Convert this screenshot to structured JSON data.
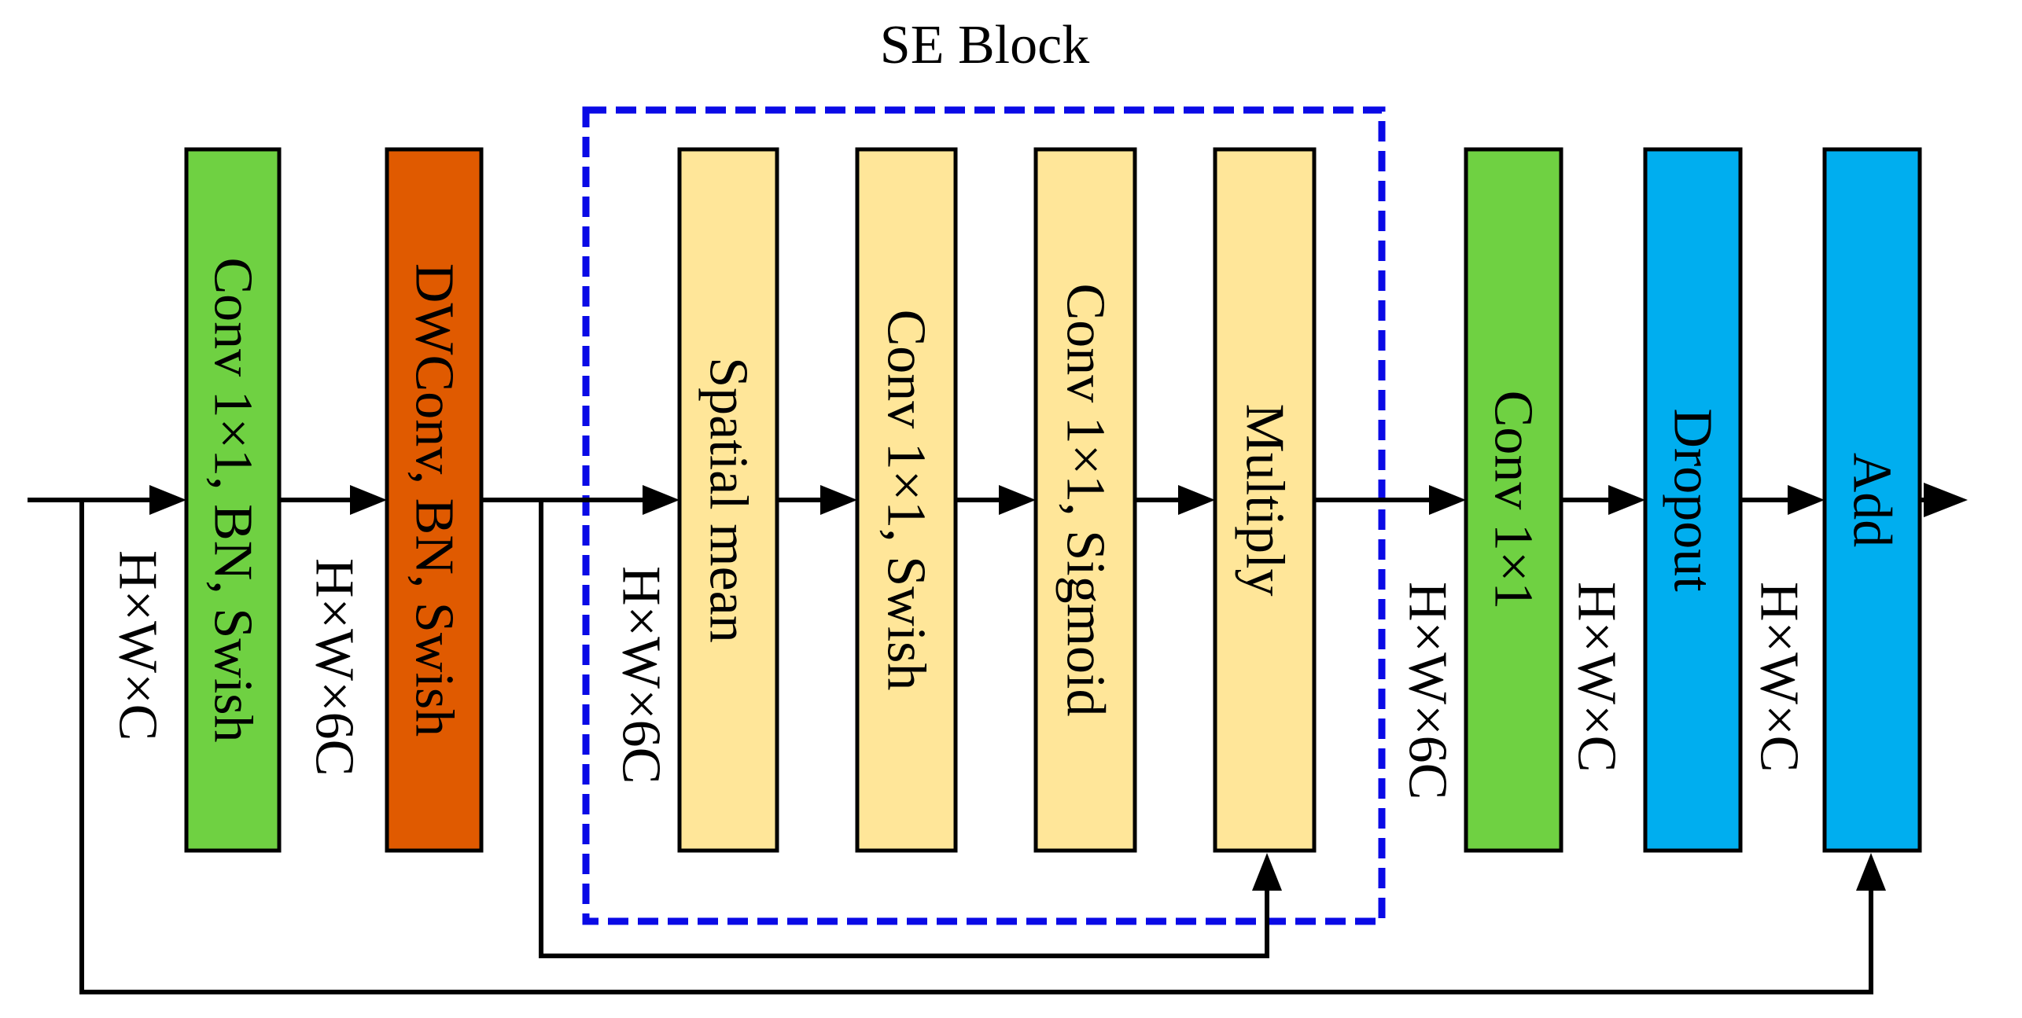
{
  "title": "SE Block",
  "colors": {
    "conv_green": "#6FD142",
    "dwconv_orange": "#E05A00",
    "se_yellow": "#FFE699",
    "dropout_blue": "#00AEEF",
    "se_border": "#0A0AE6"
  },
  "blocks": [
    {
      "id": "conv1x1-bn-swish",
      "label": "Conv 1×1, BN, Swish",
      "color": "#6FD142"
    },
    {
      "id": "dwconv-bn-swish",
      "label": "DWConv, BN, Swish",
      "color": "#E05A00"
    },
    {
      "id": "spatial-mean",
      "label": "Spatial mean",
      "color": "#FFE699"
    },
    {
      "id": "conv1x1-swish",
      "label": "Conv 1×1, Swish",
      "color": "#FFE699"
    },
    {
      "id": "conv1x1-sigmoid",
      "label": "Conv 1×1, Sigmoid",
      "color": "#FFE699"
    },
    {
      "id": "multiply",
      "label": "Multiply",
      "color": "#FFE699"
    },
    {
      "id": "conv1x1",
      "label": "Conv 1×1",
      "color": "#6FD142"
    },
    {
      "id": "dropout",
      "label": "Dropout",
      "color": "#00AEEF"
    },
    {
      "id": "add",
      "label": "Add",
      "color": "#00AEEF"
    }
  ],
  "dims": [
    {
      "id": "input",
      "label": "H×W×C"
    },
    {
      "id": "after-expand",
      "label": "H×W×6C"
    },
    {
      "id": "after-dwconv",
      "label": "H×W×6C"
    },
    {
      "id": "after-se",
      "label": "H×W×6C"
    },
    {
      "id": "after-project",
      "label": "H×W×C"
    },
    {
      "id": "after-dropout",
      "label": "H×W×C"
    }
  ]
}
